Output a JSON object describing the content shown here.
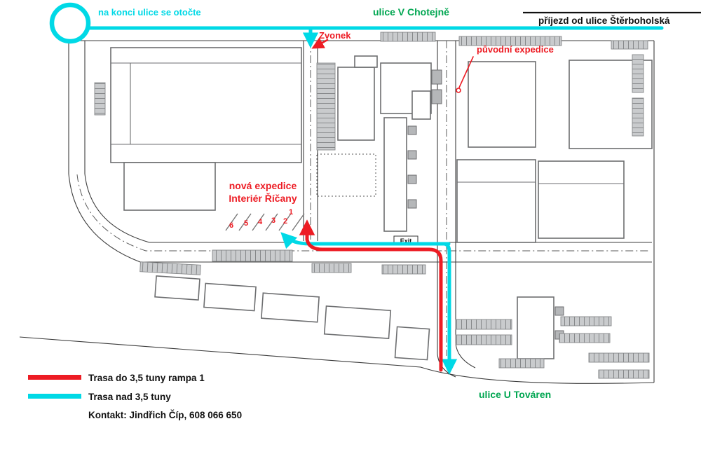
{
  "colors": {
    "route_heavy": "#00d9e6",
    "route_light": "#ed1c24",
    "street_green": "#00a651",
    "text_black": "#111111"
  },
  "labels": {
    "turn_note": "na konci ulice se otočte",
    "street_top": "ulice V Chotejně",
    "arrival": "příjezd od ulice Štěrboholská",
    "bell": "Zvonek",
    "old_dispatch": "původní expedice",
    "new_dispatch_line1": "nová expedice",
    "new_dispatch_line2": "Interiér Říčany",
    "exit": "Exit",
    "street_bottom": "ulice U Továren",
    "ramp_numbers": [
      "6",
      "5",
      "4",
      "3",
      "2",
      "1"
    ]
  },
  "legend": {
    "items": [
      {
        "color": "#ed1c24",
        "label": "Trasa do 3,5 tuny rampa 1"
      },
      {
        "color": "#00d9e6",
        "label": "Trasa nad 3,5 tuny"
      }
    ],
    "contact": "Kontakt: Jindřich Číp, 608 066 650"
  }
}
